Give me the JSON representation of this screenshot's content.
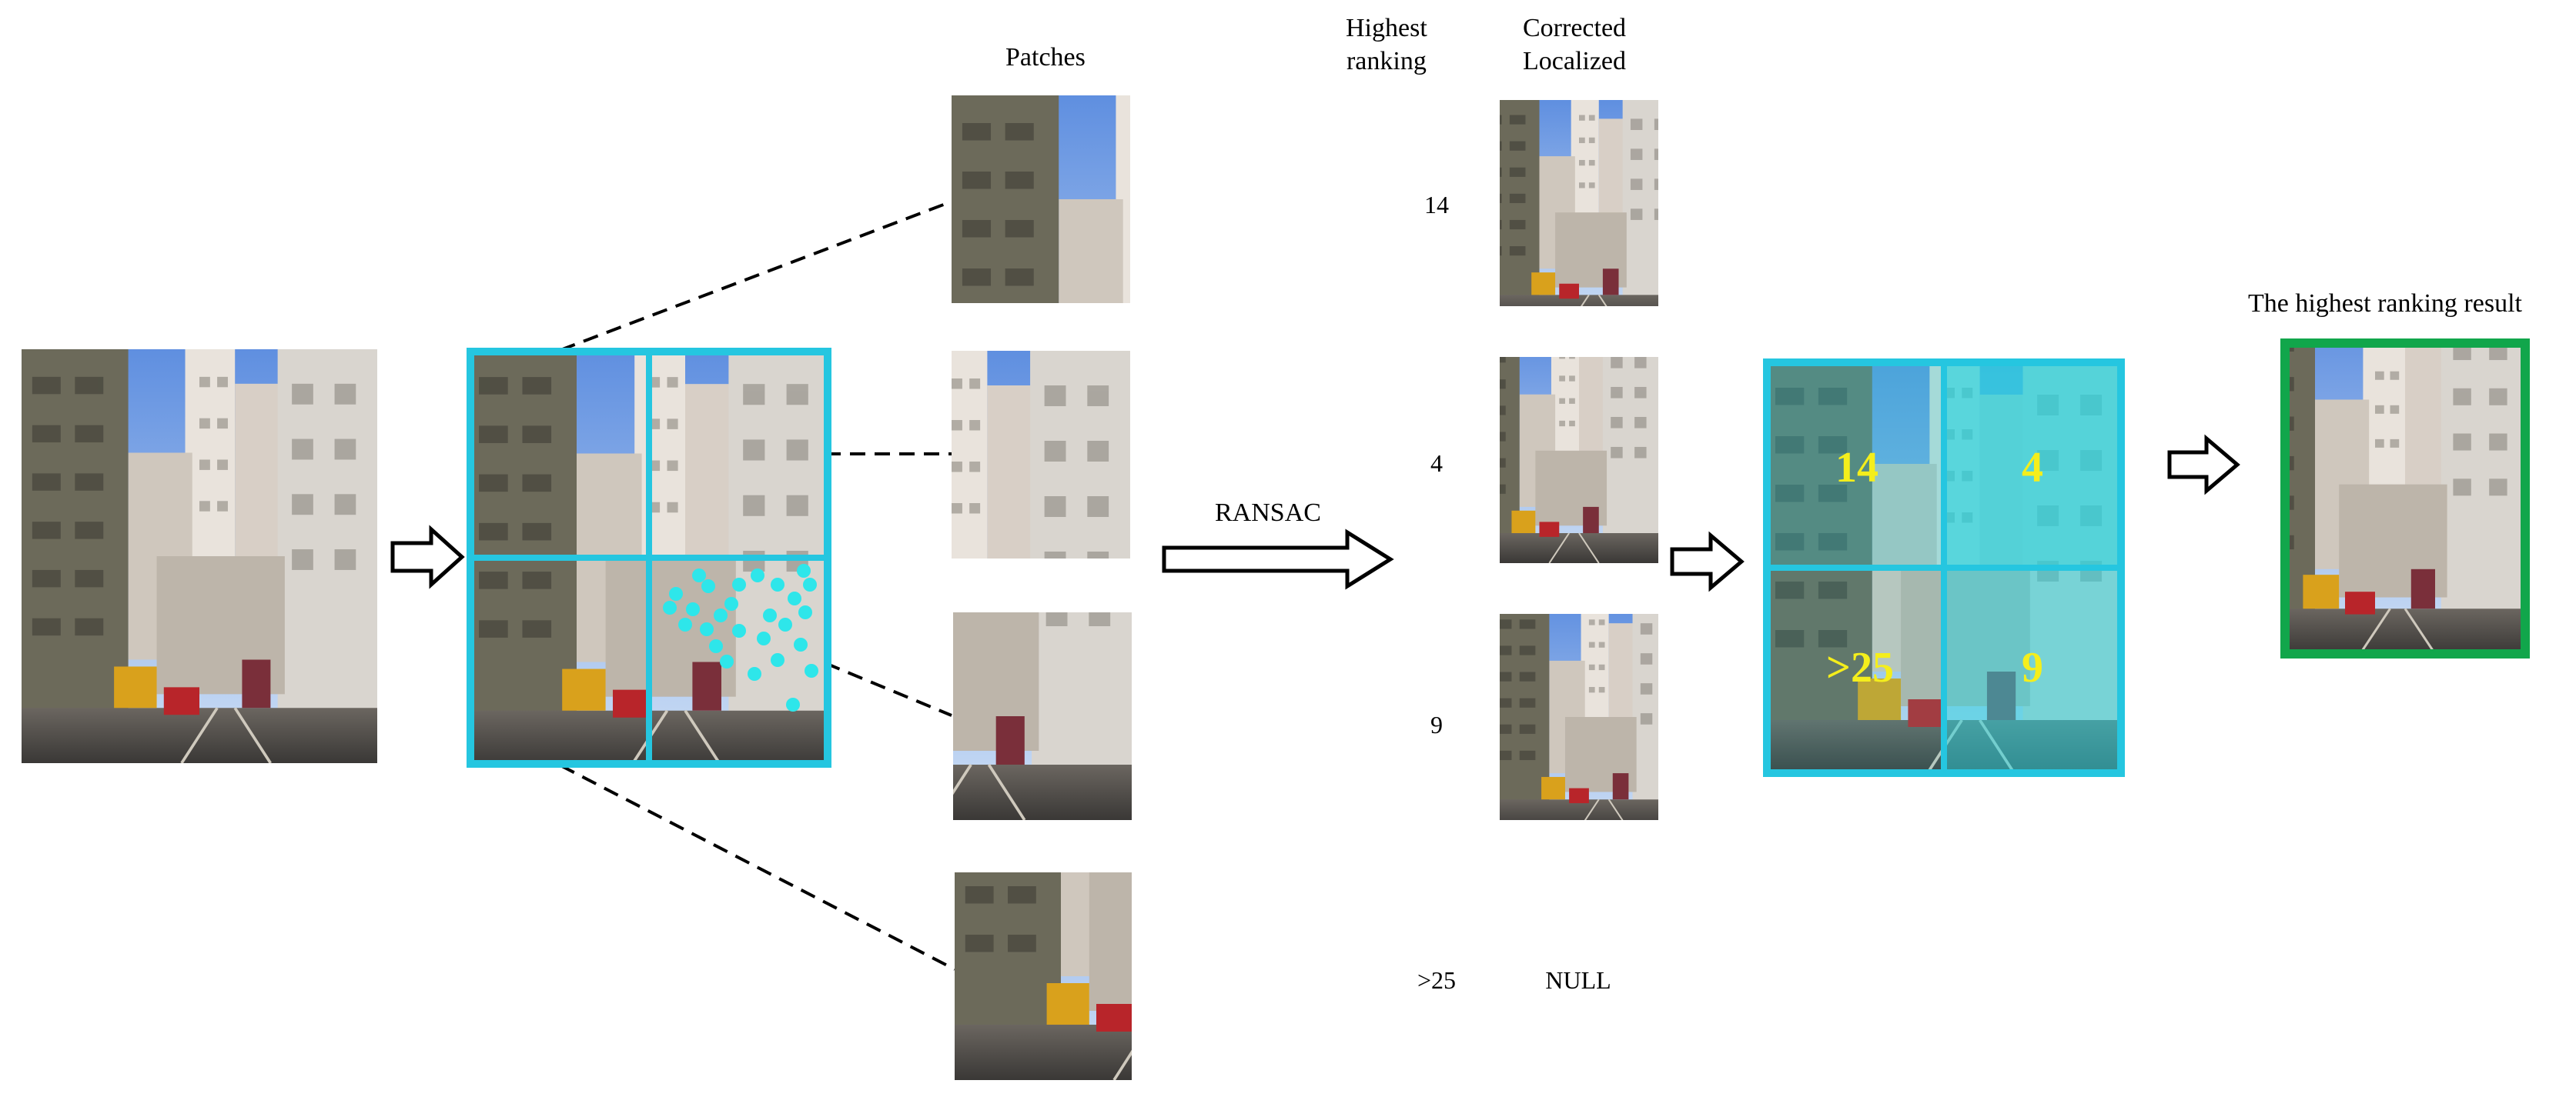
{
  "labels": {
    "patches": "Patches",
    "highest_ranking_header": "Highest\nranking",
    "corrected_localized_header": "Corrected\nLocalized",
    "ransac": "RANSAC",
    "highest_result": "The highest ranking result"
  },
  "rows": [
    {
      "rank": "14",
      "result": ""
    },
    {
      "rank": "4",
      "result": ""
    },
    {
      "rank": "9",
      "result": ""
    },
    {
      "rank": ">25",
      "result": "NULL"
    }
  ],
  "grid_overlay_ranks": [
    "14",
    "4",
    ">25",
    "9"
  ],
  "colors": {
    "frame_cyan": "#25c6e0",
    "result_green": "#11a64b",
    "rank_yellow": "#f4ee1c",
    "feature_dots": "#2ee6ea"
  }
}
